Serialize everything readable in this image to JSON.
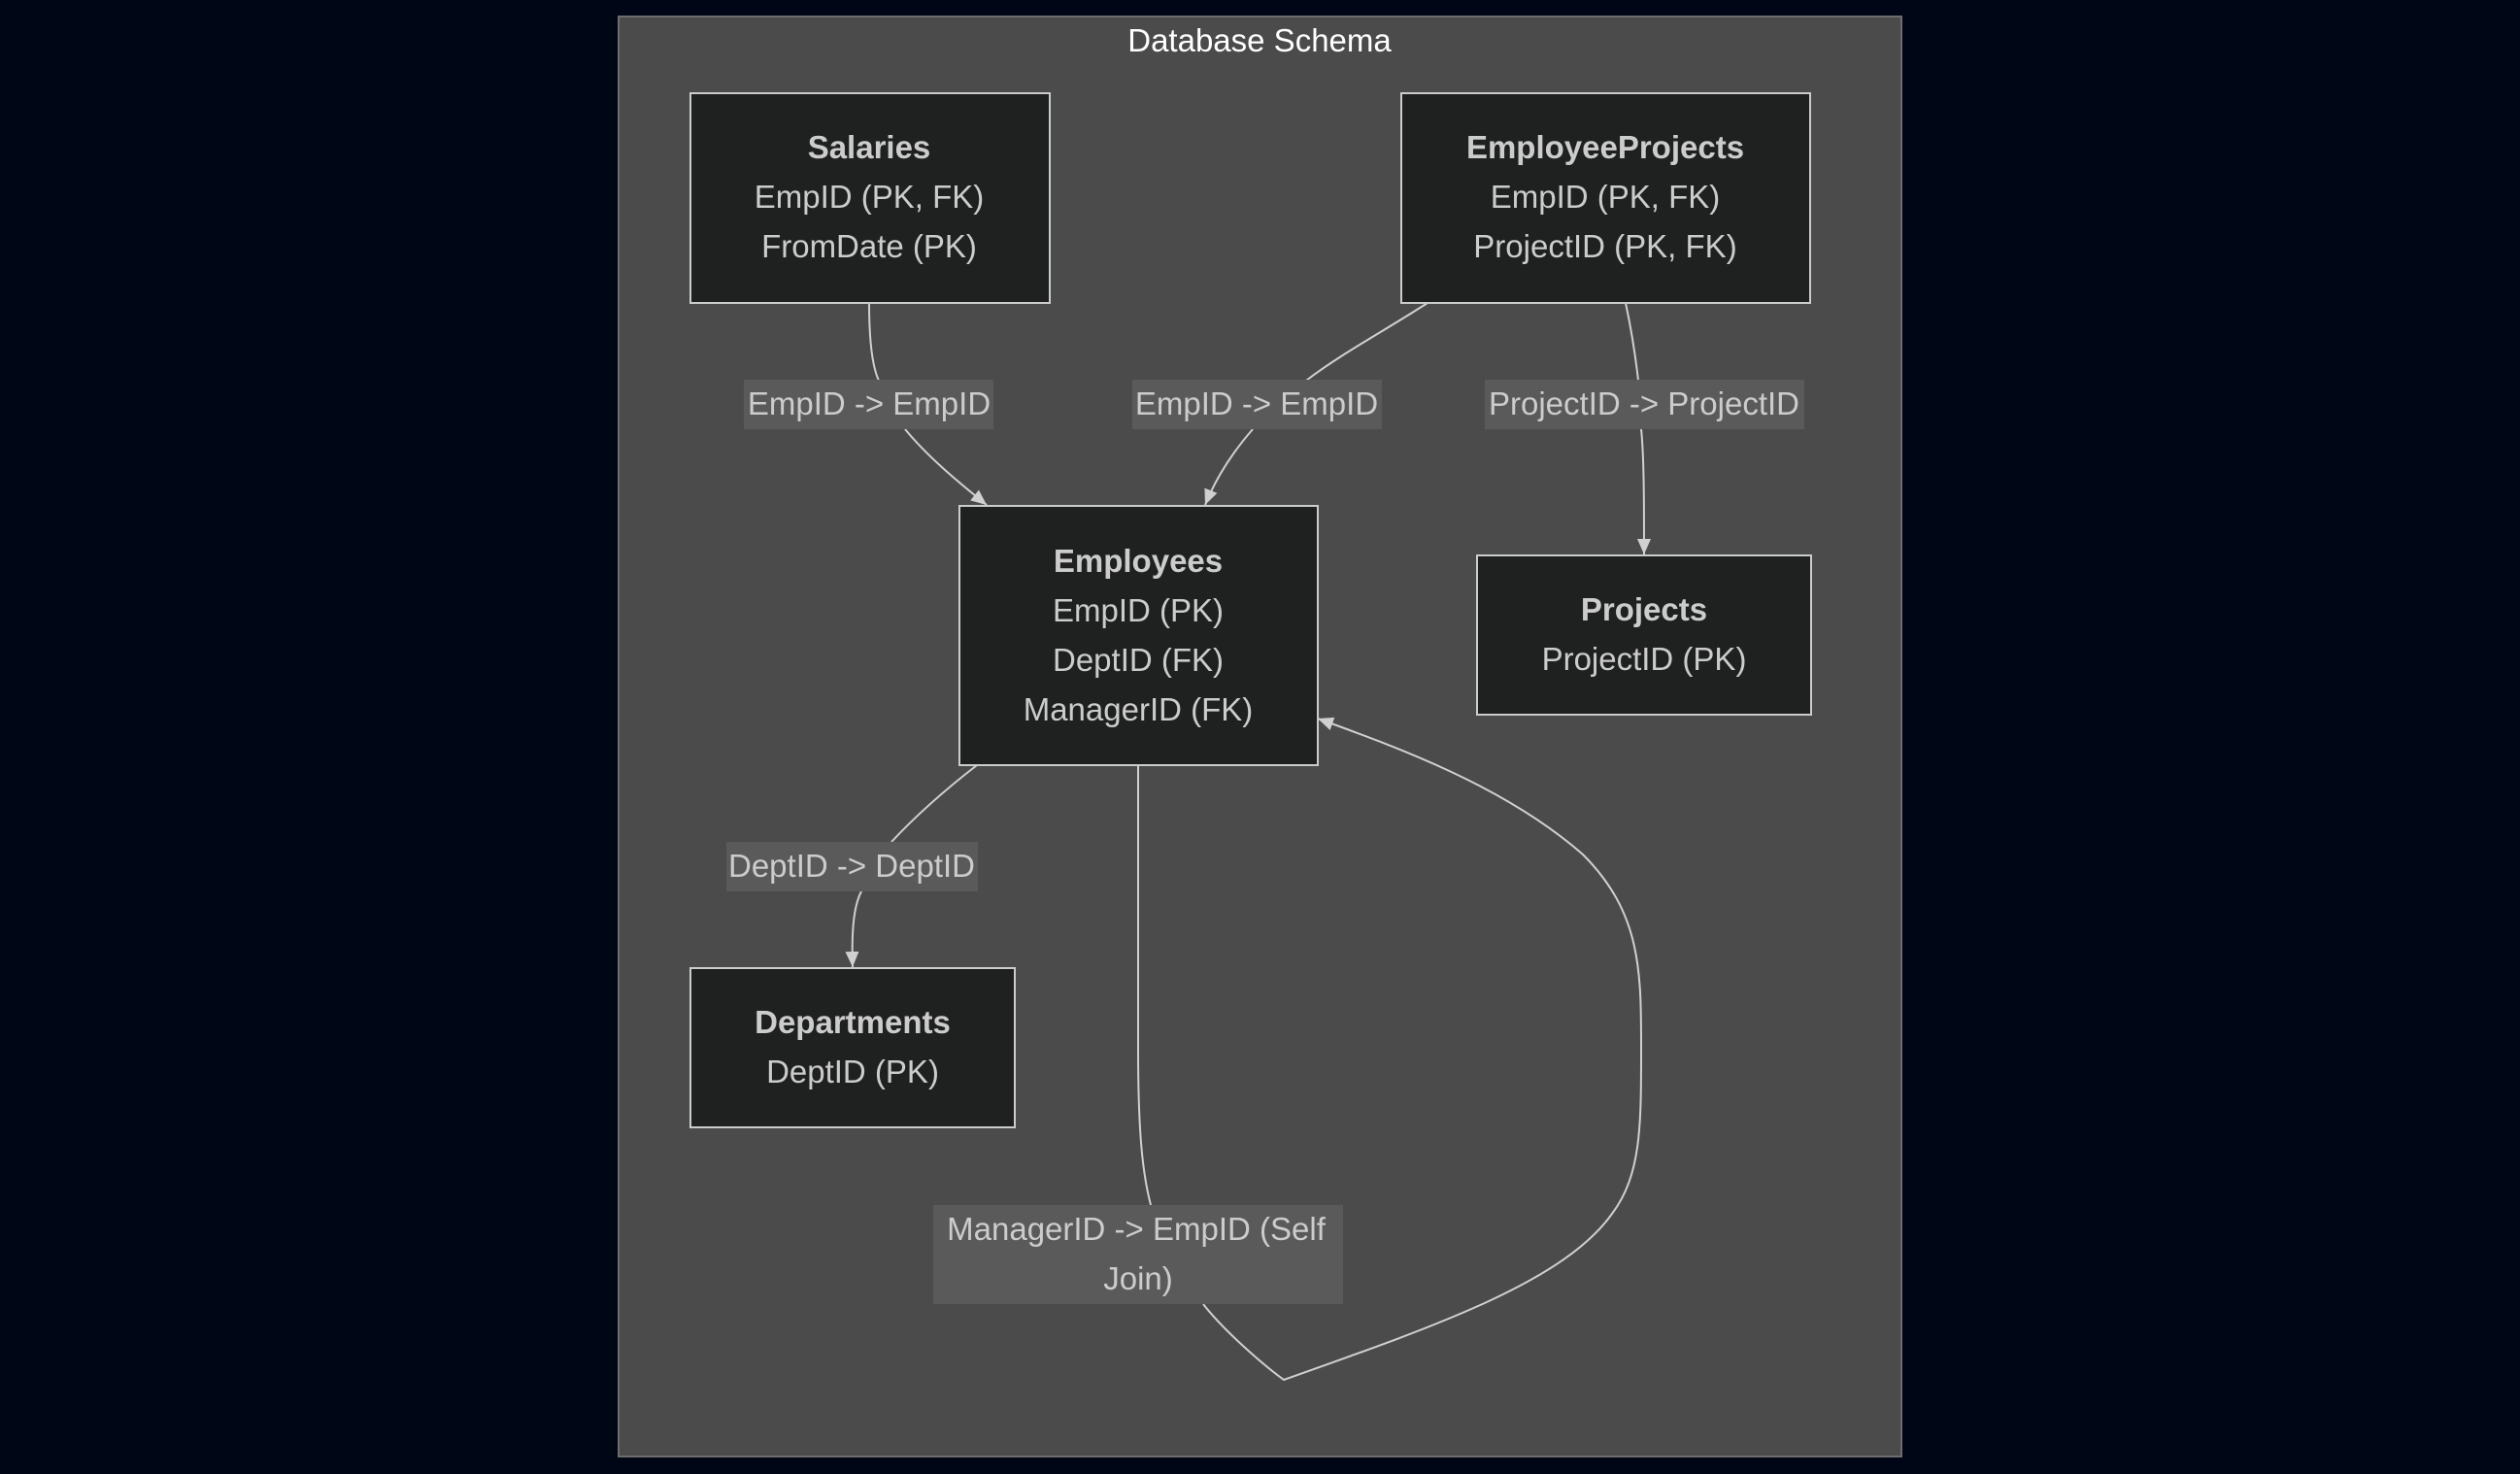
{
  "title": "Database Schema",
  "colors": {
    "background": "#000616",
    "cluster_fill": "#4a4b4a",
    "node_fill": "#1f2020",
    "text": "#cccccc",
    "edge": "#d0d0d0",
    "label_fill": "#5a5a5a"
  },
  "tables": {
    "salaries": {
      "name": "Salaries",
      "fields": [
        "EmpID (PK, FK)",
        "FromDate (PK)"
      ]
    },
    "employee_projects": {
      "name": "EmployeeProjects",
      "fields": [
        "EmpID (PK, FK)",
        "ProjectID (PK, FK)"
      ]
    },
    "employees": {
      "name": "Employees",
      "fields": [
        "EmpID (PK)",
        "DeptID (FK)",
        "ManagerID (FK)"
      ]
    },
    "projects": {
      "name": "Projects",
      "fields": [
        "ProjectID (PK)"
      ]
    },
    "departments": {
      "name": "Departments",
      "fields": [
        "DeptID (PK)"
      ]
    }
  },
  "relationships": {
    "salaries_employees": {
      "from": "Salaries",
      "to": "Employees",
      "label": "EmpID -> EmpID"
    },
    "empprojects_employees": {
      "from": "EmployeeProjects",
      "to": "Employees",
      "label": "EmpID -> EmpID"
    },
    "empprojects_projects": {
      "from": "EmployeeProjects",
      "to": "Projects",
      "label": "ProjectID -> ProjectID"
    },
    "employees_departments": {
      "from": "Employees",
      "to": "Departments",
      "label": "DeptID -> DeptID"
    },
    "employees_self": {
      "from": "Employees",
      "to": "Employees",
      "label_lines": [
        "ManagerID -> EmpID (Self",
        "Join)"
      ]
    }
  }
}
